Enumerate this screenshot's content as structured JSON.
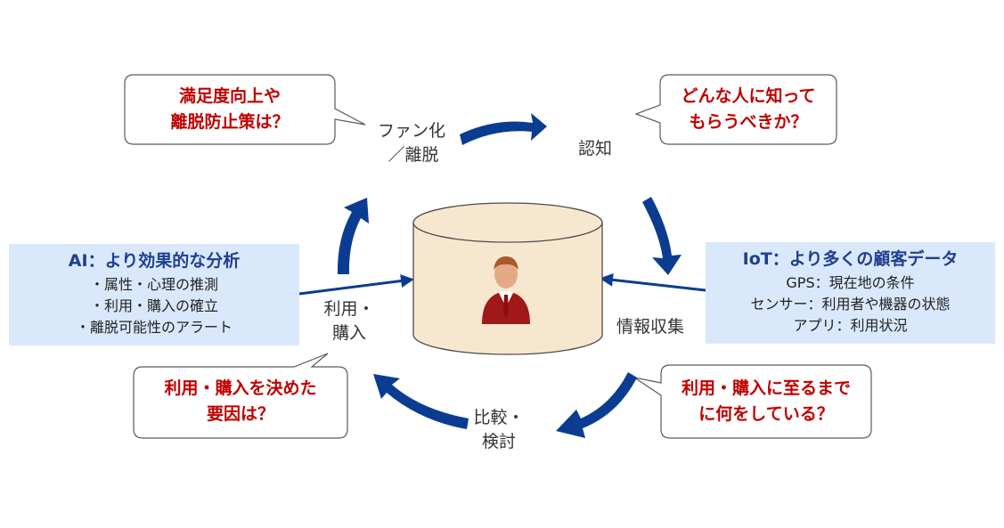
{
  "bubbles": {
    "fan": [
      "満足度向上や",
      "離脱防止策は？"
    ],
    "awareness": [
      "どんな人に知って",
      "もらうべきか？"
    ],
    "purchase_reason": [
      "利用・購入を決めた",
      "要因は？"
    ],
    "until_purchase": [
      "利用・購入に至るまで",
      "に何をしている？"
    ]
  },
  "stages": {
    "fan": [
      "ファン化",
      "／離脱"
    ],
    "awareness": [
      "認知"
    ],
    "info": [
      "情報収集"
    ],
    "compare": [
      "比較・",
      "検討"
    ],
    "purchase": [
      "利用・",
      "購入"
    ]
  },
  "ai_panel": {
    "title": "AI：より効果的な分析",
    "items": [
      "・属性・心理の推測",
      "・利用・購入の確立",
      "・離脱可能性のアラート"
    ]
  },
  "iot_panel": {
    "title": "IoT：より多くの顧客データ",
    "items": [
      "GPS：現在地の条件",
      "センサー：利用者や機器の状態",
      "アプリ：利用状況"
    ]
  },
  "colors": {
    "arrow": "#0a3d91",
    "bubble_text": "#c00000",
    "panel_bg": "#dae8fc",
    "panel_title": "#1f3f8f",
    "cylinder_fill": "#f7e7cf",
    "cylinder_stroke": "#4a4a4a",
    "person_shirt": "#a01818",
    "person_skin": "#e4aa88"
  },
  "icons": {
    "center": "database-cylinder-icon",
    "person": "customer-person-icon"
  }
}
